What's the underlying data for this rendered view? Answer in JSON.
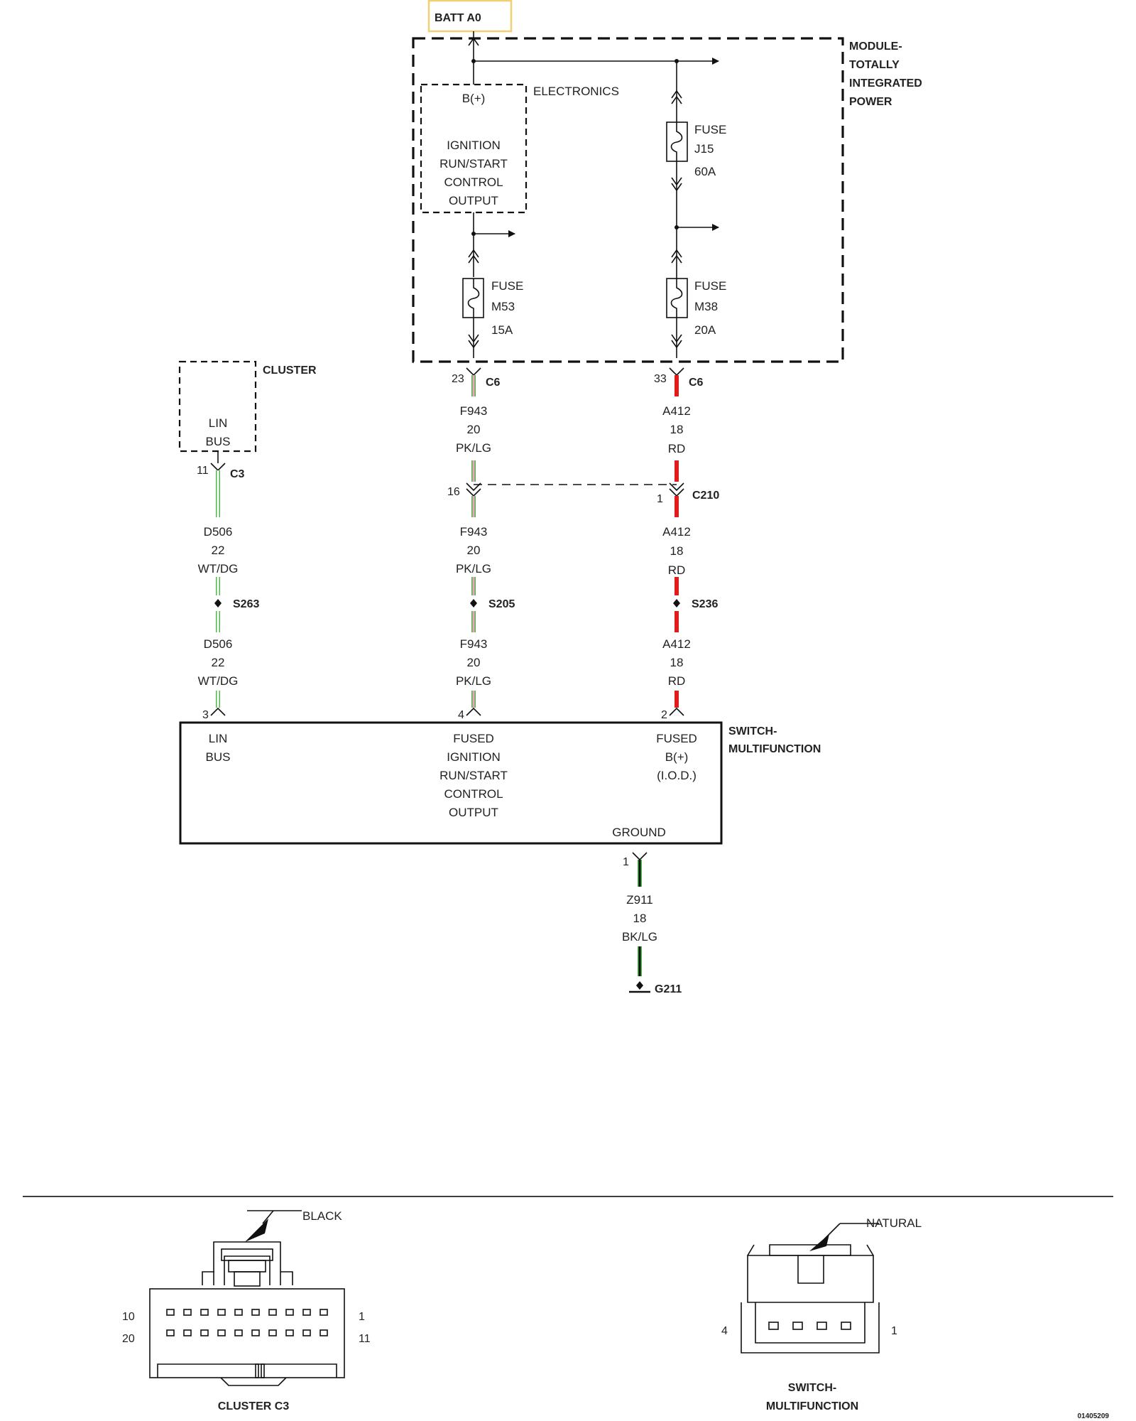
{
  "batt_label": "BATT A0",
  "colors": {
    "green": "#4cb84c",
    "pink": "#f2a0c0",
    "red": "#e01b1b",
    "batt_box": "#f0d070",
    "line": "#111111"
  },
  "module": {
    "title": [
      "MODULE-",
      "TOTALLY",
      "INTEGRATED",
      "POWER"
    ]
  },
  "electronics": {
    "label": "ELECTRONICS",
    "bplus": "B(+)",
    "output_lines": [
      "IGNITION",
      "RUN/START",
      "CONTROL",
      "OUTPUT"
    ]
  },
  "fuses": {
    "j15": [
      "FUSE",
      "J15",
      "60A"
    ],
    "m53": [
      "FUSE",
      "M53",
      "15A"
    ],
    "m38": [
      "FUSE",
      "M38",
      "20A"
    ]
  },
  "cluster": {
    "title": "CLUSTER",
    "lines": [
      "LIN",
      "BUS"
    ]
  },
  "connectors": {
    "c6_left": {
      "pin": "23",
      "name": "C6"
    },
    "c6_right": {
      "pin": "33",
      "name": "C6"
    },
    "c3": {
      "pin": "11",
      "name": "C3"
    },
    "c210_left": {
      "pin": "16"
    },
    "c210_right": {
      "pin": "1",
      "name": "C210"
    },
    "sw_pin_d506": "3",
    "sw_pin_f943": "4",
    "sw_pin_a412": "2",
    "ground_pin": "1"
  },
  "wires": {
    "f943_a": [
      "F943",
      "20",
      "PK/LG"
    ],
    "a412_a": [
      "A412",
      "18",
      "RD"
    ],
    "d506_a": [
      "D506",
      "22",
      "WT/DG"
    ],
    "f943_b": [
      "F943",
      "20",
      "PK/LG"
    ],
    "a412_b": [
      "A412",
      "18",
      "RD"
    ],
    "d506_b": [
      "D506",
      "22",
      "WT/DG"
    ],
    "f943_c": [
      "F943",
      "20",
      "PK/LG"
    ],
    "a412_c": [
      "A412",
      "18",
      "RD"
    ],
    "z911": [
      "Z911",
      "18",
      "BK/LG"
    ]
  },
  "splices": {
    "s263": "S263",
    "s205": "S205",
    "s236": "S236"
  },
  "switch": {
    "title": [
      "SWITCH-",
      "MULTIFUNCTION"
    ],
    "lin": [
      "LIN",
      "BUS"
    ],
    "fused_ign": [
      "FUSED",
      "IGNITION",
      "RUN/START",
      "CONTROL",
      "OUTPUT"
    ],
    "fused_b": [
      "FUSED",
      "B(+)",
      "(I.O.D.)"
    ],
    "ground": "GROUND"
  },
  "ground_id": "G211",
  "bottom": {
    "c3_color": "BLACK",
    "c3_left_top": "10",
    "c3_left_bottom": "20",
    "c3_right_top": "1",
    "c3_right_bottom": "11",
    "c3_name": "CLUSTER C3",
    "sw_color": "NATURAL",
    "sw_left": "4",
    "sw_right": "1",
    "sw_name": [
      "SWITCH-",
      "MULTIFUNCTION"
    ]
  },
  "doc_id": "01405209"
}
